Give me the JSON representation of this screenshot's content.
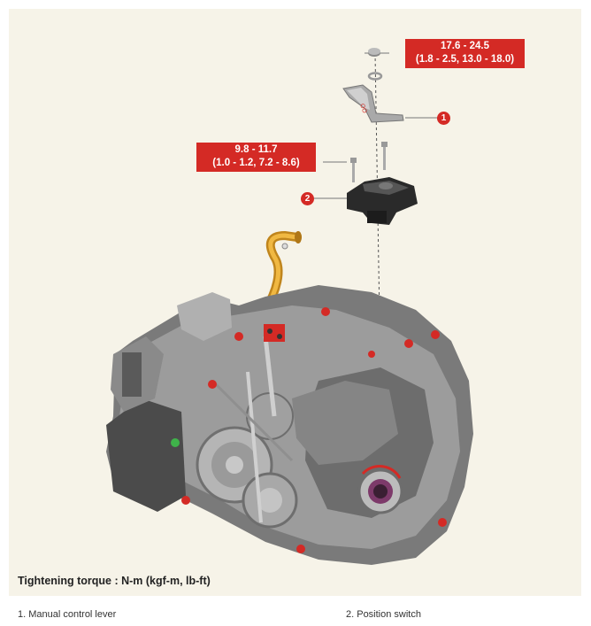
{
  "torque_top": {
    "line1": "17.6 - 24.5",
    "line2": "(1.8 - 2.5, 13.0 - 18.0)"
  },
  "torque_mid": {
    "line1": "9.8 - 11.7",
    "line2": "(1.0 - 1.2, 7.2 - 8.6)"
  },
  "callouts": {
    "c1": "1",
    "c2": "2"
  },
  "note": "Tightening torque : N-m (kgf-m, lb-ft)",
  "legend": {
    "item1": "1. Manual control lever",
    "item2": "2. Position switch"
  },
  "colors": {
    "accent": "#d42a25",
    "panel": "#f6f3e8"
  }
}
